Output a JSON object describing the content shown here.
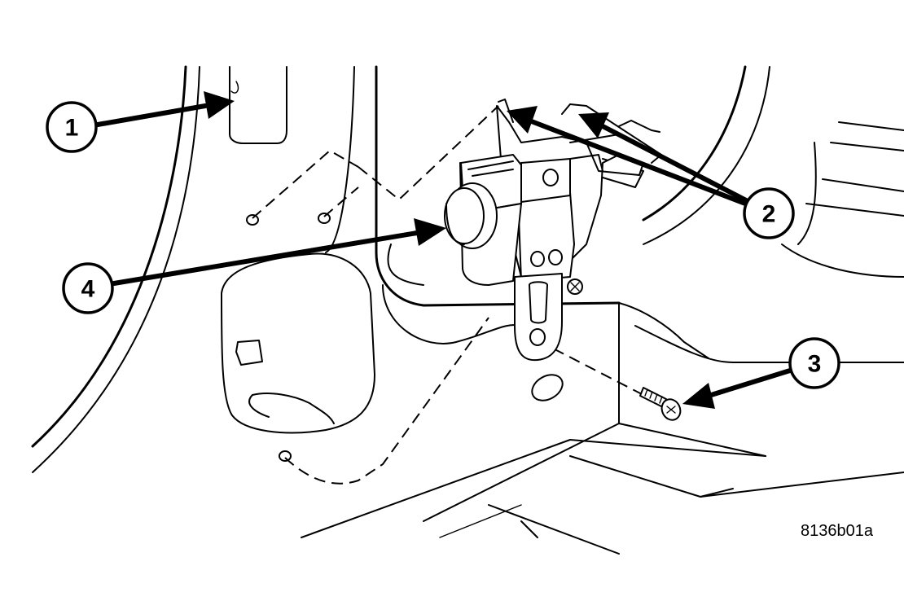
{
  "callouts": [
    {
      "id": "callout-1",
      "label": "1"
    },
    {
      "id": "callout-2",
      "label": "2"
    },
    {
      "id": "callout-3",
      "label": "3"
    },
    {
      "id": "callout-4",
      "label": "4"
    }
  ],
  "figure_reference": "8136b01a"
}
